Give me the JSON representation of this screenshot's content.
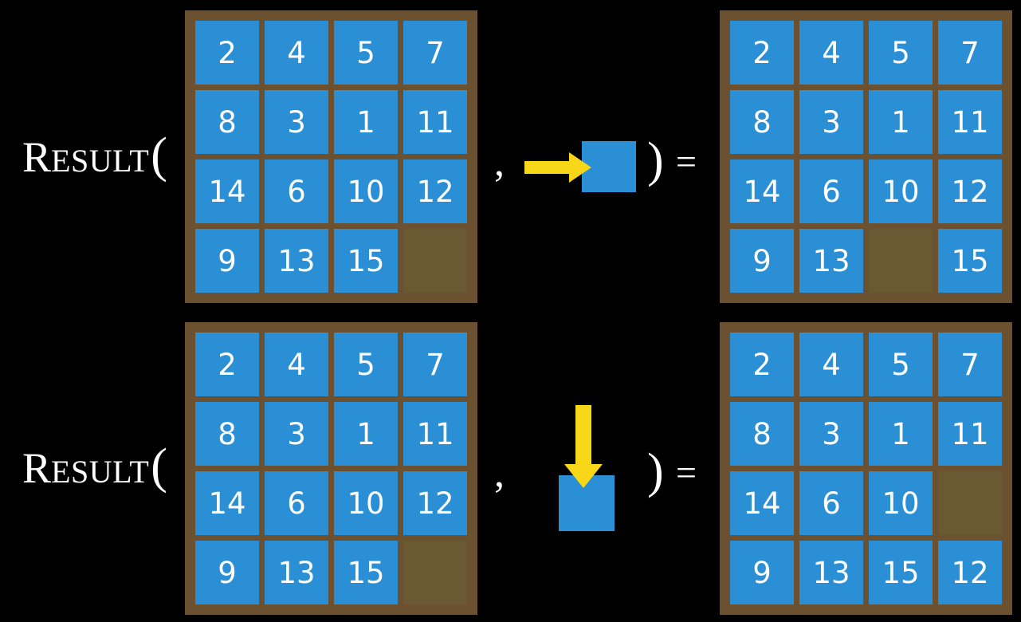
{
  "palette": {
    "background": "#000000",
    "board_frame": "#6b5130",
    "board_empty_cell": "#6a5a33",
    "tile_blue": "#2a8fd4",
    "tile_text": "#ffffff",
    "arrow_yellow": "#f7d718",
    "text_white": "#ffffff"
  },
  "rows": [
    {
      "id": "row-top",
      "label": {
        "cap": "R",
        "rest": "ESULT",
        "open_paren": "("
      },
      "comma": ",",
      "close_paren": ")",
      "equals": "=",
      "move": {
        "direction": "right",
        "arrow_icon": "arrow-right-icon",
        "description": "Blank tile moves right"
      },
      "input_board": {
        "name": "input-board",
        "tiles": [
          [
            "2",
            "4",
            "5",
            "7"
          ],
          [
            "8",
            "3",
            "1",
            "11"
          ],
          [
            "14",
            "6",
            "10",
            "12"
          ],
          [
            "9",
            "13",
            "15",
            ""
          ]
        ]
      },
      "output_board": {
        "name": "output-board",
        "tiles": [
          [
            "2",
            "4",
            "5",
            "7"
          ],
          [
            "8",
            "3",
            "1",
            "11"
          ],
          [
            "14",
            "6",
            "10",
            "12"
          ],
          [
            "9",
            "13",
            "",
            "15"
          ]
        ]
      }
    },
    {
      "id": "row-bottom",
      "label": {
        "cap": "R",
        "rest": "ESULT",
        "open_paren": "("
      },
      "comma": ",",
      "close_paren": ")",
      "equals": "=",
      "move": {
        "direction": "down",
        "arrow_icon": "arrow-down-icon",
        "description": "Blank tile moves down"
      },
      "input_board": {
        "name": "input-board",
        "tiles": [
          [
            "2",
            "4",
            "5",
            "7"
          ],
          [
            "8",
            "3",
            "1",
            "11"
          ],
          [
            "14",
            "6",
            "10",
            "12"
          ],
          [
            "9",
            "13",
            "15",
            ""
          ]
        ]
      },
      "output_board": {
        "name": "output-board",
        "tiles": [
          [
            "2",
            "4",
            "5",
            "7"
          ],
          [
            "8",
            "3",
            "1",
            "11"
          ],
          [
            "14",
            "6",
            "10",
            ""
          ],
          [
            "9",
            "13",
            "15",
            "12"
          ]
        ]
      }
    }
  ]
}
